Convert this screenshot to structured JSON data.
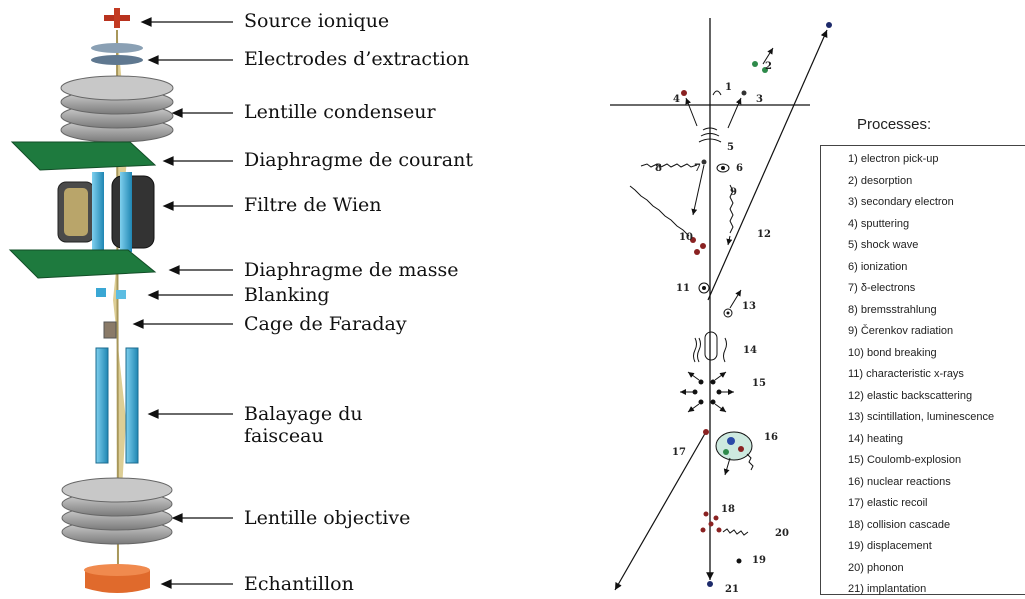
{
  "column_labels": [
    "Source ionique",
    "Electrodes d’extraction",
    "Lentille condenseur",
    "Diaphragme de courant",
    "Filtre de Wien",
    "Diaphragme de masse",
    "Blanking",
    "Cage de Faraday",
    "Balayage du\nfaisceau",
    "Lentille objective",
    "Echantillon"
  ],
  "processes": {
    "title": "Processes:",
    "items": [
      "1) electron pick-up",
      "2) desorption",
      "3) secondary electron",
      "4) sputtering",
      "5) shock wave",
      "6) ionization",
      "7) δ-electrons",
      "8) bremsstrahlung",
      "9) Čerenkov radiation",
      "10) bond breaking",
      "11) characteristic x-rays",
      "12) elastic backscattering",
      "13) scintillation, luminescence",
      "14) heating",
      "15) Coulomb-explosion",
      "16) nuclear reactions",
      "17) elastic recoil",
      "18) collision cascade",
      "19) displacement",
      "20) phonon",
      "21) implantation"
    ]
  },
  "diagram_numbers": [
    "1",
    "2",
    "3",
    "4",
    "5",
    "6",
    "7",
    "8",
    "9",
    "10",
    "11",
    "12",
    "13",
    "14",
    "15",
    "16",
    "17",
    "18",
    "19",
    "20",
    "21"
  ],
  "colors": {
    "green_plate": "#1e7a3e",
    "blue_part": "#3aa7d4",
    "grey_lens": "#9a9a9a",
    "orange_sample": "#e06a2c",
    "red_source": "#b8321e",
    "beam": "#c8b870"
  }
}
